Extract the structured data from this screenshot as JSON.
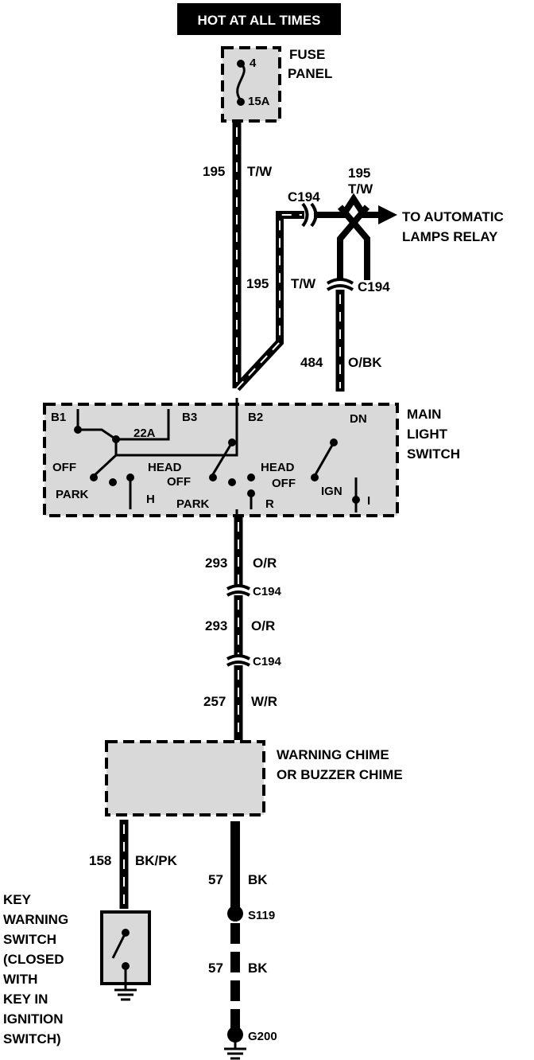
{
  "header": {
    "hot_label": "HOT AT ALL TIMES"
  },
  "fuse_panel": {
    "label_line1": "FUSE",
    "label_line2": "PANEL",
    "fuse_number": "4",
    "rating": "15A"
  },
  "wires": {
    "w195_upper": {
      "circuit": "195",
      "color": "T/W"
    },
    "w195_mid": {
      "circuit": "195",
      "color": "T/W"
    },
    "w195_relay": {
      "circuit": "195",
      "color": "T/W"
    },
    "w484": {
      "circuit": "484",
      "color": "O/BK"
    },
    "w293_a": {
      "circuit": "293",
      "color": "O/R"
    },
    "w293_b": {
      "circuit": "293",
      "color": "O/R"
    },
    "w257": {
      "circuit": "257",
      "color": "W/R"
    },
    "w158": {
      "circuit": "158",
      "color": "BK/PK"
    },
    "w57_a": {
      "circuit": "57",
      "color": "BK"
    },
    "w57_b": {
      "circuit": "57",
      "color": "BK"
    }
  },
  "connectors": {
    "c194_top": "C194",
    "c194_right": "C194",
    "c194_mid1": "C194",
    "c194_mid2": "C194"
  },
  "relay_note": {
    "line1": "TO AUTOMATIC",
    "line2": "LAMPS RELAY"
  },
  "main_light_switch": {
    "label_line1": "MAIN",
    "label_line2": "LIGHT",
    "label_line3": "SWITCH",
    "terminals": {
      "b1": "B1",
      "b3": "B3",
      "b2": "B2",
      "dn": "DN"
    },
    "breaker": "22A",
    "sec1": {
      "off": "OFF",
      "park": "PARK",
      "h": "H"
    },
    "sec2": {
      "head": "HEAD",
      "off": "OFF",
      "park": "PARK",
      "r": "R"
    },
    "sec3": {
      "head": "HEAD",
      "off": "OFF",
      "ign": "IGN",
      "i": "I"
    }
  },
  "chime": {
    "label_line1": "WARNING CHIME",
    "label_line2": "OR BUZZER CHIME"
  },
  "key_switch": {
    "line1": "KEY",
    "line2": "WARNING",
    "line3": "SWITCH",
    "line4": "(CLOSED",
    "line5": "WITH",
    "line6": "KEY IN",
    "line7": "IGNITION",
    "line8": "SWITCH)"
  },
  "splice": "S119",
  "ground": "G200"
}
